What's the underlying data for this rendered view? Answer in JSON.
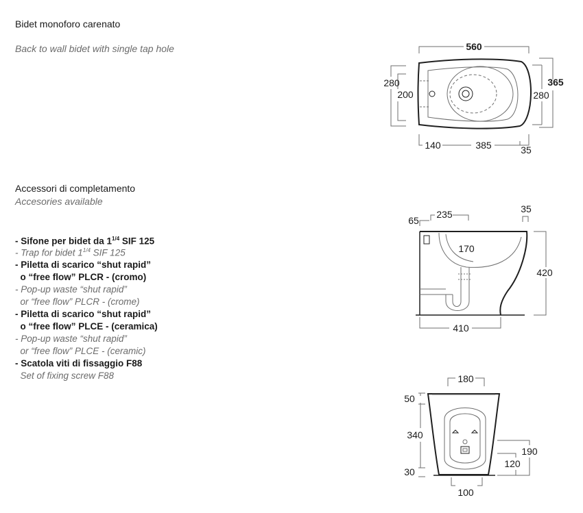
{
  "product": {
    "title_it": "Bidet monoforo carenato",
    "title_en": "Back to wall bidet with single tap hole"
  },
  "accessories": {
    "heading_it": "Accessori di completamento",
    "heading_en": "Accesories available",
    "items": [
      {
        "it_l1": "- Sifone per bidet da 1",
        "it_sup": "1/4",
        "it_l1b": " SIF 125",
        "en_l1": "- Trap for bidet 1",
        "en_sup": "1/4",
        "en_l1b": " SIF 125"
      },
      {
        "it_l1": "- Piletta di scarico “shut rapid”",
        "it_l2": "  o “free flow” PLCR - (cromo)",
        "en_l1": "- Pop-up waste “shut rapid”",
        "en_l2": "  or “free flow” PLCR - (crome)"
      },
      {
        "it_l1": "- Piletta di scarico “shut rapid”",
        "it_l2": "  o “free flow” PLCE - (ceramica)",
        "en_l1": "- Pop-up waste “shut rapid”",
        "en_l2": "  or “free flow” PLCE - (ceramic)"
      },
      {
        "it_l1": "- Scatola viti di fissaggio F88",
        "en_l1": "  Set of fixing screw F88"
      }
    ]
  },
  "drawings": {
    "top_view": {
      "d560": "560",
      "d365": "365",
      "d280_left": "280",
      "d200": "200",
      "d280_right": "280",
      "d140": "140",
      "d385": "385",
      "d35": "35"
    },
    "side_view": {
      "d65": "65",
      "d235": "235",
      "d35": "35",
      "d170": "170",
      "d420": "420",
      "d410": "410"
    },
    "rear_view": {
      "d180": "180",
      "d50": "50",
      "d340": "340",
      "d30": "30",
      "d190": "190",
      "d120": "120",
      "d100": "100"
    }
  }
}
